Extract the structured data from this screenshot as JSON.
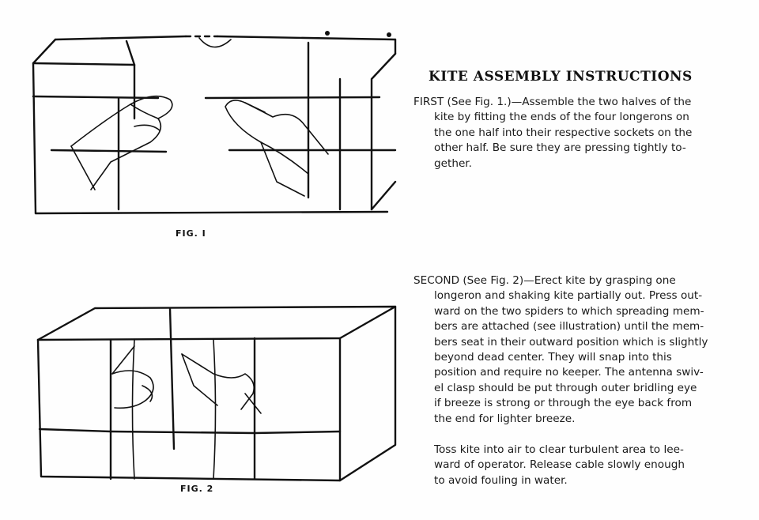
{
  "document": {
    "title": "KITE ASSEMBLY INSTRUCTIONS",
    "figures": [
      {
        "caption": "FIG. I",
        "depicts": "hands fitting longeron ends into sockets"
      },
      {
        "caption": "FIG. 2",
        "depicts": "hands pressing spiders outward on box kite"
      }
    ],
    "first": {
      "lines": [
        "FIRST (See Fig. 1.)—Assemble the two halves of the",
        "kite by fitting the ends of the four longerons on",
        "the one half into their respective sockets on the",
        "other half. Be sure they are pressing tightly to-",
        "gether."
      ]
    },
    "second": {
      "lines": [
        "SECOND (See Fig. 2)—Erect kite by grasping one",
        "longeron and shaking kite partially out. Press out-",
        "ward on the two spiders to which spreading mem-",
        "bers are attached (see illustration) until the mem-",
        "bers seat in their outward position which is slightly",
        "beyond dead center. They will snap into this",
        "position and require no keeper. The antenna swiv-",
        "el clasp should be put through outer bridling eye",
        "if breeze is strong or through the eye back from",
        "the end for lighter breeze."
      ]
    },
    "toss": {
      "lines": [
        "Toss kite into air to clear turbulent area to lee-",
        "ward of operator. Release cable slowly enough",
        "to avoid fouling in water."
      ]
    }
  }
}
